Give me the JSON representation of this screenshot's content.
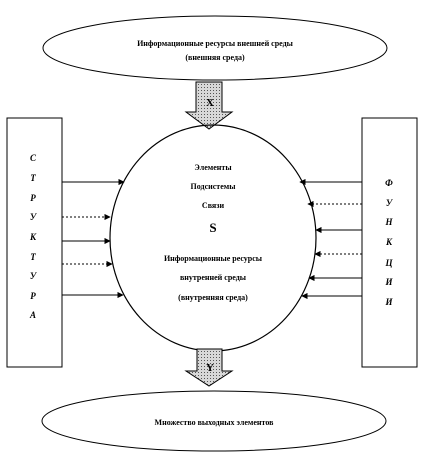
{
  "top_ellipse": {
    "line1": "Информационные ресурсы внешней среды",
    "line2": "(внешняя среда)"
  },
  "input_arrow_label": "X",
  "system": {
    "line1": "Элементы",
    "line2": "Подсистемы",
    "line3": "Связи",
    "symbol": "S",
    "line4": "Информационные ресурсы",
    "line5": "внутренней среды",
    "line6": "(внутренняя среда)"
  },
  "output_arrow_label": "Y",
  "bottom_ellipse": {
    "label": "Множество выходных элементов"
  },
  "left_box": {
    "letters": [
      "С",
      "Т",
      "Р",
      "У",
      "К",
      "Т",
      "У",
      "Р",
      "А"
    ]
  },
  "right_box": {
    "letters": [
      "Ф",
      "У",
      "Н",
      "К",
      "Ц",
      "И",
      "И"
    ]
  }
}
